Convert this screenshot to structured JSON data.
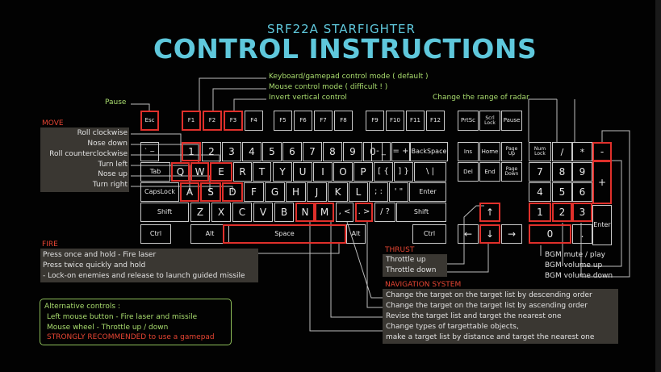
{
  "header": {
    "subtitle": "SRF22A STARFIGHTER",
    "title": "CONTROL INSTRUCTIONS"
  },
  "top_callouts": {
    "keyboard_mode": "Keyboard/gamepad control mode ( default )",
    "mouse_mode": "Mouse control mode ( difficult ! )",
    "invert": "Invert vertical control",
    "pause": "Pause",
    "radar": "Change the range of radar"
  },
  "move": {
    "heading": "MOVE",
    "items": [
      "Roll clockwise",
      "Nose down",
      "Roll counterclockwise",
      "Turn left",
      "Nose up",
      "Turn right"
    ]
  },
  "fire": {
    "heading": "FIRE",
    "lines": [
      "Press once and hold - Fire laser",
      "Press twice quickly and hold",
      "- Lock-on enemies and release to launch guided missile"
    ]
  },
  "thrust": {
    "heading": "THRUST",
    "lines": [
      "Throttle up",
      "Throttle down"
    ]
  },
  "navigation": {
    "heading": "NAVIGATION SYSTEM",
    "lines": [
      "Change the target on the target list by descending order",
      "Change the target on the target list by ascending order",
      "Revise the target list and target the nearest one",
      "Change types of targettable objects,",
      "make a target list by distance and target the nearest one"
    ]
  },
  "bgm": {
    "lines": [
      "BGM mute / play",
      "BGM volume up",
      "BGM volume down"
    ]
  },
  "alternative": {
    "heading": "Alternative controls :",
    "lines": [
      "Left mouse button - Fire laser and missile",
      "Mouse wheel - Throttle up / down"
    ],
    "recommend": "STRONGLY RECOMMENDED to use a gamepad"
  },
  "colors": {
    "title": "#5fc8dc",
    "callout_green": "#a9dc6e",
    "highlight_red": "#e0302b",
    "heading_red": "#e64533",
    "box_bg": "#3a3732",
    "key_border": "#c9c9c9"
  },
  "keyboard": {
    "keys": [
      {
        "id": "esc",
        "label": "Esc",
        "hl": true
      },
      {
        "id": "f1",
        "label": "F1",
        "hl": true
      },
      {
        "id": "f2",
        "label": "F2",
        "hl": true
      },
      {
        "id": "f3",
        "label": "F3",
        "hl": true
      },
      {
        "id": "f4",
        "label": "F4"
      },
      {
        "id": "f5",
        "label": "F5"
      },
      {
        "id": "f6",
        "label": "F6"
      },
      {
        "id": "f7",
        "label": "F7"
      },
      {
        "id": "f8",
        "label": "F8"
      },
      {
        "id": "f9",
        "label": "F9"
      },
      {
        "id": "f10",
        "label": "F10"
      },
      {
        "id": "f11",
        "label": "F11"
      },
      {
        "id": "f12",
        "label": "F12"
      },
      {
        "id": "prtsc",
        "label": "PrtSc"
      },
      {
        "id": "scrlk",
        "label": "Scrl\nLock"
      },
      {
        "id": "pause",
        "label": "Pause"
      },
      {
        "id": "tilde",
        "label": "` ~"
      },
      {
        "id": "d1",
        "label": "1",
        "hl": true
      },
      {
        "id": "d2",
        "label": "2"
      },
      {
        "id": "d3",
        "label": "3"
      },
      {
        "id": "d4",
        "label": "4"
      },
      {
        "id": "d5",
        "label": "5"
      },
      {
        "id": "d6",
        "label": "6"
      },
      {
        "id": "d7",
        "label": "7"
      },
      {
        "id": "d8",
        "label": "8"
      },
      {
        "id": "d9",
        "label": "9"
      },
      {
        "id": "d0",
        "label": "0"
      },
      {
        "id": "minus",
        "label": "- _"
      },
      {
        "id": "equal",
        "label": "= +"
      },
      {
        "id": "bksp",
        "label": "BackSpace"
      },
      {
        "id": "ins",
        "label": "Ins"
      },
      {
        "id": "home",
        "label": "Home"
      },
      {
        "id": "pgup",
        "label": "Page\nUp"
      },
      {
        "id": "numlk",
        "label": "Num\nLock"
      },
      {
        "id": "ndiv",
        "label": "/"
      },
      {
        "id": "nmul",
        "label": "*"
      },
      {
        "id": "nsub",
        "label": "-",
        "hl": true
      },
      {
        "id": "tab",
        "label": "Tab"
      },
      {
        "id": "q",
        "label": "Q",
        "hl": true
      },
      {
        "id": "w",
        "label": "W",
        "hl": true
      },
      {
        "id": "e",
        "label": "E",
        "hl": true
      },
      {
        "id": "r",
        "label": "R"
      },
      {
        "id": "ty",
        "label": "T"
      },
      {
        "id": "y",
        "label": "Y"
      },
      {
        "id": "u",
        "label": "U"
      },
      {
        "id": "i",
        "label": "I"
      },
      {
        "id": "o",
        "label": "O"
      },
      {
        "id": "p",
        "label": "P"
      },
      {
        "id": "lbr",
        "label": "[ {"
      },
      {
        "id": "rbr",
        "label": "] }"
      },
      {
        "id": "bsl",
        "label": "\\ |"
      },
      {
        "id": "del",
        "label": "Del"
      },
      {
        "id": "end",
        "label": "End"
      },
      {
        "id": "pgdn",
        "label": "Page\nDown"
      },
      {
        "id": "n7",
        "label": "7"
      },
      {
        "id": "n8",
        "label": "8"
      },
      {
        "id": "n9",
        "label": "9"
      },
      {
        "id": "nadd",
        "label": "+",
        "hl": true
      },
      {
        "id": "caps",
        "label": "CapsLock"
      },
      {
        "id": "a",
        "label": "A",
        "hl": true
      },
      {
        "id": "s",
        "label": "S",
        "hl": true
      },
      {
        "id": "dk",
        "label": "D",
        "hl": true
      },
      {
        "id": "fk",
        "label": "F"
      },
      {
        "id": "gk",
        "label": "G"
      },
      {
        "id": "hk",
        "label": "H"
      },
      {
        "id": "jk",
        "label": "J"
      },
      {
        "id": "kk",
        "label": "K"
      },
      {
        "id": "lk",
        "label": "L"
      },
      {
        "id": "semi",
        "label": "; :"
      },
      {
        "id": "quot",
        "label": "' \""
      },
      {
        "id": "enter",
        "label": "Enter"
      },
      {
        "id": "n4",
        "label": "4"
      },
      {
        "id": "n5",
        "label": "5"
      },
      {
        "id": "n6",
        "label": "6"
      },
      {
        "id": "lshift",
        "label": "Shift"
      },
      {
        "id": "zk",
        "label": "Z"
      },
      {
        "id": "xk",
        "label": "X"
      },
      {
        "id": "ck",
        "label": "C"
      },
      {
        "id": "vk",
        "label": "V"
      },
      {
        "id": "bk",
        "label": "B"
      },
      {
        "id": "nk",
        "label": "N",
        "hl": true
      },
      {
        "id": "mk",
        "label": "M",
        "hl": true
      },
      {
        "id": "comma",
        "label": ", <"
      },
      {
        "id": "period",
        "label": ". >",
        "hl": true
      },
      {
        "id": "slash",
        "label": "/ ?"
      },
      {
        "id": "rshift",
        "label": "Shift"
      },
      {
        "id": "up",
        "label": "↑",
        "hl": true
      },
      {
        "id": "n1",
        "label": "1",
        "hl": true
      },
      {
        "id": "n2",
        "label": "2",
        "hl": true
      },
      {
        "id": "n3",
        "label": "3",
        "hl": true
      },
      {
        "id": "nent",
        "label": "Enter"
      },
      {
        "id": "lctrl",
        "label": "Ctrl"
      },
      {
        "id": "lalt",
        "label": "Alt"
      },
      {
        "id": "space",
        "label": "Space",
        "hl": true
      },
      {
        "id": "ralt",
        "label": "Alt"
      },
      {
        "id": "rctrl",
        "label": "Ctrl"
      },
      {
        "id": "left",
        "label": "←"
      },
      {
        "id": "down",
        "label": "↓",
        "hl": true
      },
      {
        "id": "right",
        "label": "→"
      },
      {
        "id": "n0",
        "label": "0",
        "hl": true
      },
      {
        "id": "ndot",
        "label": "."
      }
    ]
  }
}
